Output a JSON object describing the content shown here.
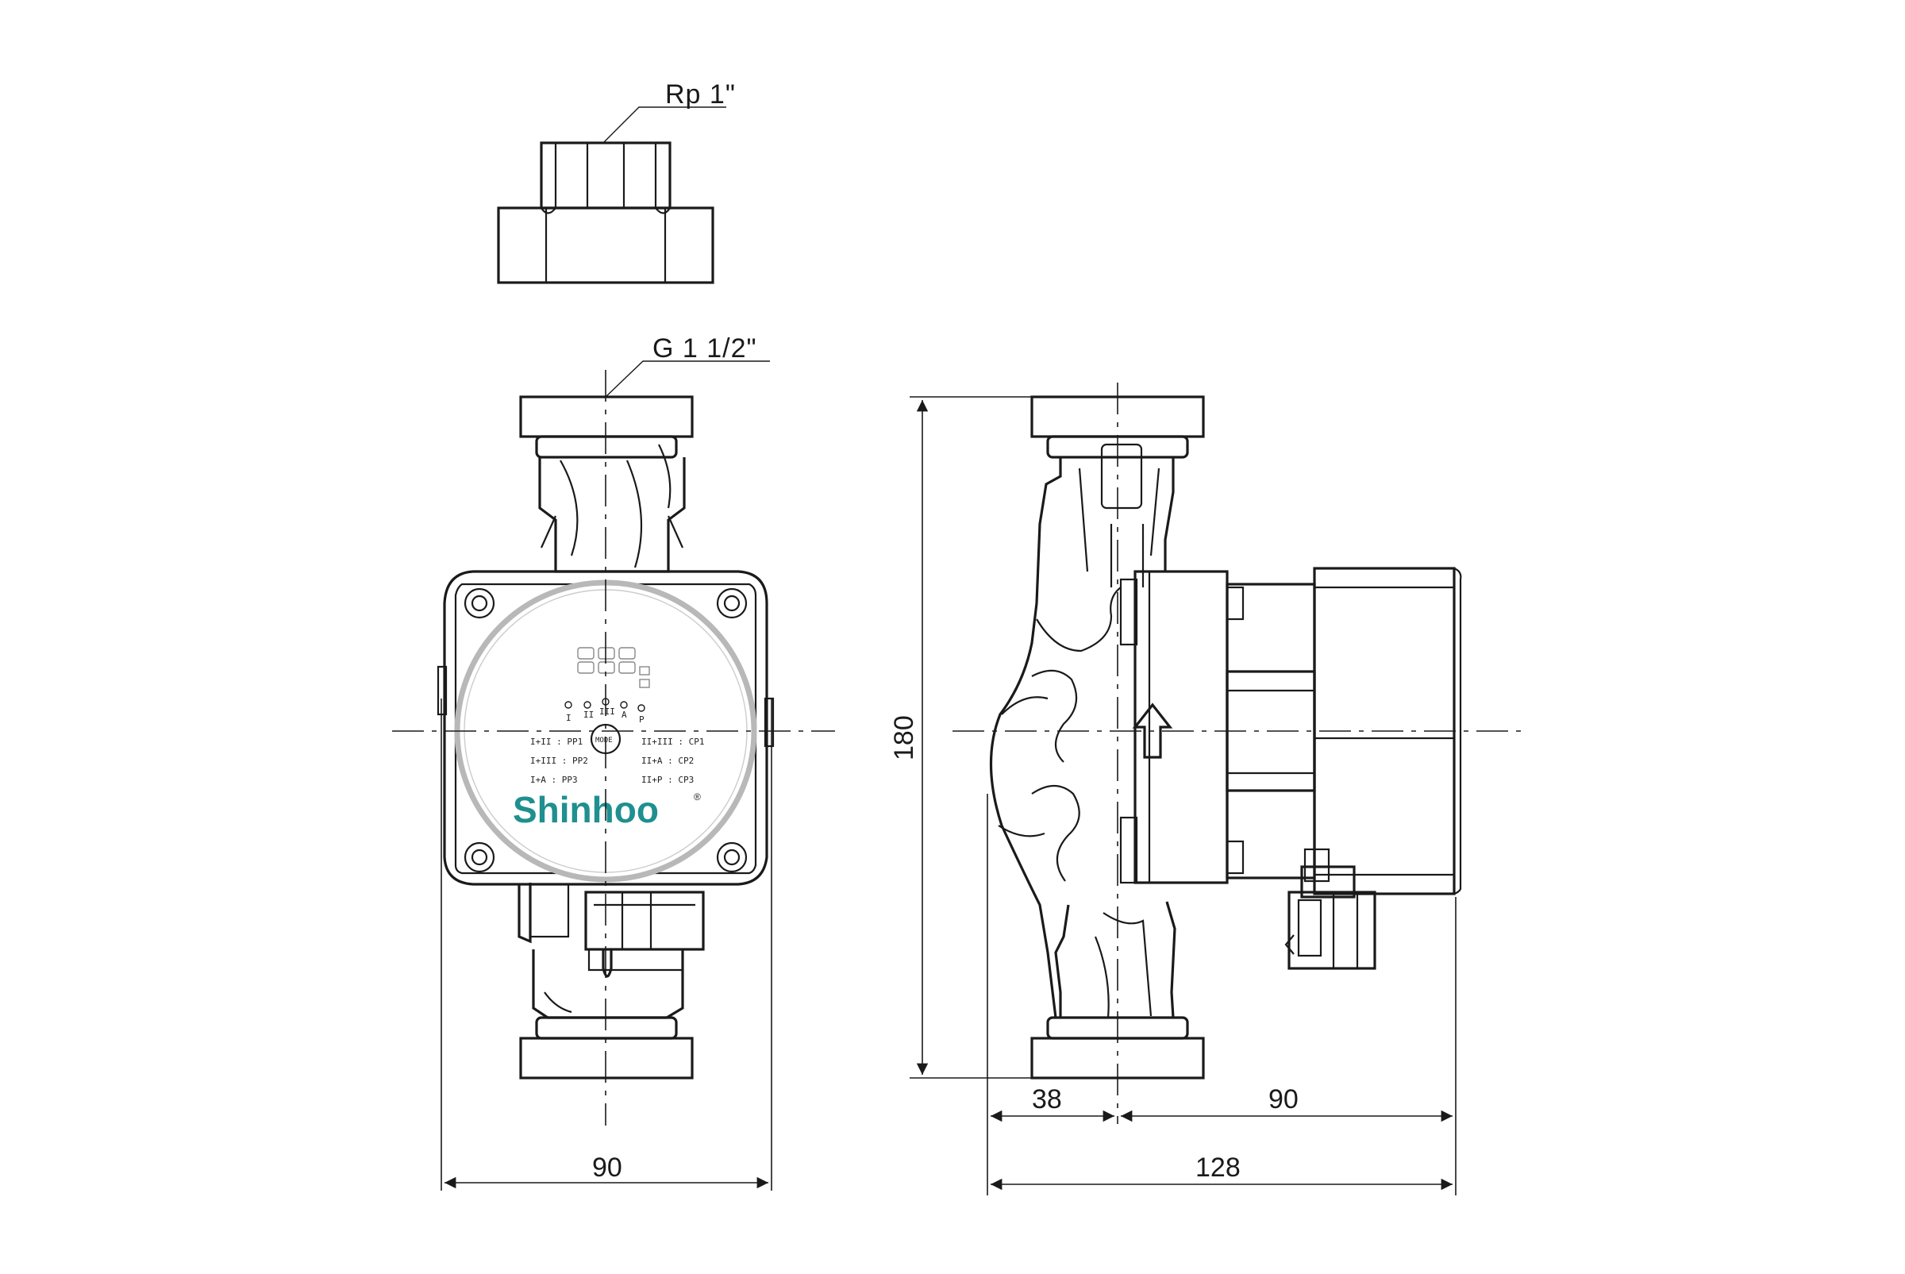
{
  "callouts": {
    "inner_thread": "Rp 1\"",
    "outer_thread": "G 1 1/2\""
  },
  "dimensions": {
    "front_width": "90",
    "side_height": "180",
    "side_left": "38",
    "side_right": "90",
    "side_total": "128"
  },
  "front_panel": {
    "brand": "Shinhoo",
    "registered_mark": "®",
    "mode_button": "MODE",
    "indicators": [
      "I",
      "II",
      "III",
      "A",
      "P"
    ],
    "left_modes": [
      "I+II : PP1",
      "I+III : PP2",
      "I+A : PP3"
    ],
    "right_modes": [
      "II+III : CP1",
      "II+A : CP2",
      "II+P : CP3"
    ]
  },
  "colors": {
    "brand": "#1f8f8f",
    "line": "#1a1a1a",
    "face_ring": "#b8b8b8"
  }
}
